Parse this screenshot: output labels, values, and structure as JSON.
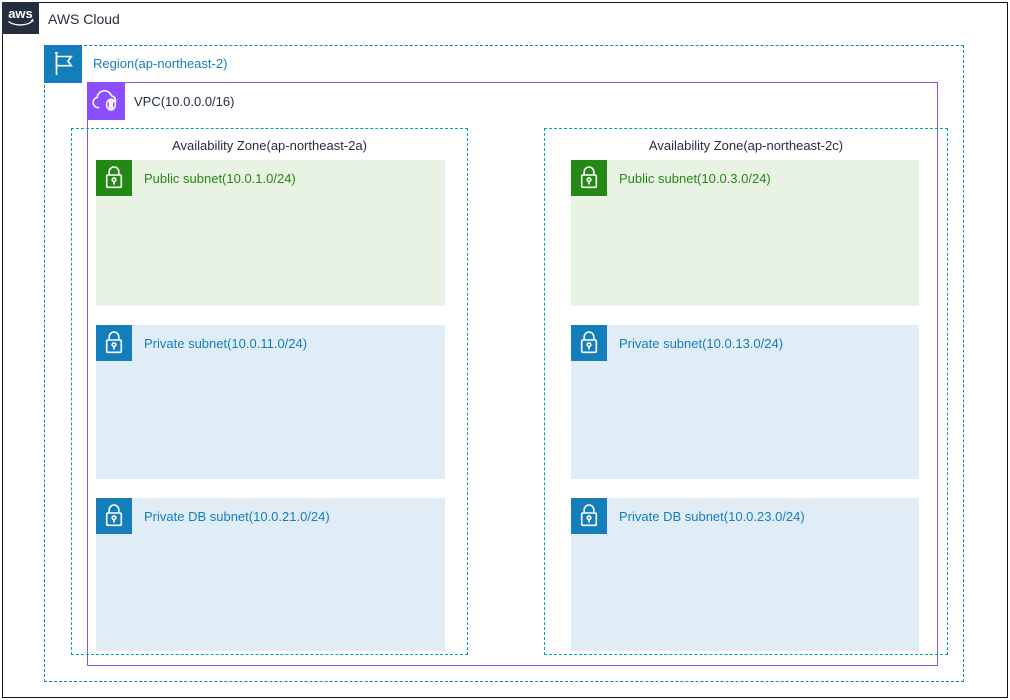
{
  "colors": {
    "dark": "#232F3E",
    "blue": "#147EBA",
    "teal": "#00A4A6",
    "purple": "#8C4FFF",
    "green": "#248814",
    "public-bg": "#E9F3E4",
    "private-bg": "#E1EDF6"
  },
  "header": {
    "logo_text": "aws",
    "title": "AWS Cloud"
  },
  "region": {
    "label": "Region(ap-northeast-2)",
    "icon": "flag-icon"
  },
  "vpc": {
    "label": "VPC(10.0.0.0/16)",
    "icon": "vpc-cloud-icon"
  },
  "azs": [
    {
      "label": "Availability Zone(ap-northeast-2a)",
      "subnets": [
        {
          "kind": "public",
          "label": "Public subnet(10.0.1.0/24)",
          "icon": "lock-icon"
        },
        {
          "kind": "private",
          "label": "Private subnet(10.0.11.0/24)",
          "icon": "lock-icon"
        },
        {
          "kind": "private",
          "label": "Private DB subnet(10.0.21.0/24)",
          "icon": "lock-icon"
        }
      ]
    },
    {
      "label": "Availability Zone(ap-northeast-2c)",
      "subnets": [
        {
          "kind": "public",
          "label": "Public subnet(10.0.3.0/24)",
          "icon": "lock-icon"
        },
        {
          "kind": "private",
          "label": "Private subnet(10.0.13.0/24)",
          "icon": "lock-icon"
        },
        {
          "kind": "private",
          "label": "Private DB subnet(10.0.23.0/24)",
          "icon": "lock-icon"
        }
      ]
    }
  ]
}
